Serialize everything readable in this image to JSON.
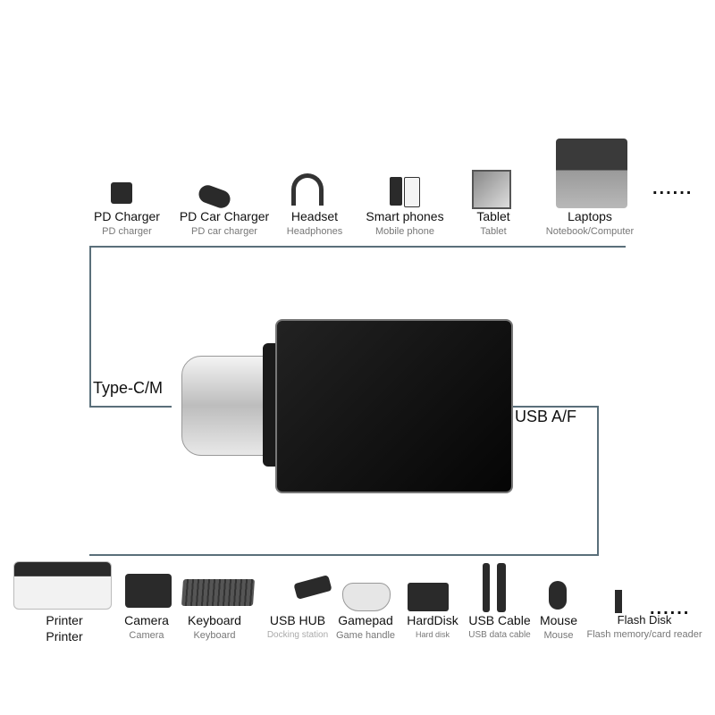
{
  "top_devices": [
    {
      "label": "PD Charger",
      "sub": "PD charger"
    },
    {
      "label": "PD Car Charger",
      "sub": "PD car charger"
    },
    {
      "label": "Headset",
      "sub": "Headphones"
    },
    {
      "label": "Smart phones",
      "sub": "Mobile phone"
    },
    {
      "label": "Tablet",
      "sub": "Tablet"
    },
    {
      "label": "Laptops",
      "sub": "Notebook/Computer"
    }
  ],
  "bottom_devices": [
    {
      "label": "Printer",
      "sub": "Printer"
    },
    {
      "label": "Camera",
      "sub": "Camera"
    },
    {
      "label": "Keyboard",
      "sub": "Keyboard"
    },
    {
      "label": "USB HUB",
      "sub": "Docking station"
    },
    {
      "label": "Gamepad",
      "sub": "Game handle"
    },
    {
      "label": "HardDisk",
      "sub": "Hard disk"
    },
    {
      "label": "USB Cable",
      "sub": "USB data cable"
    },
    {
      "label": "Mouse",
      "sub": "Mouse"
    },
    {
      "label": "Flash Disk",
      "sub": "Flash memory/card reader"
    }
  ],
  "more": "......",
  "left_port": "Type-C/M",
  "right_port": "USB A/F"
}
